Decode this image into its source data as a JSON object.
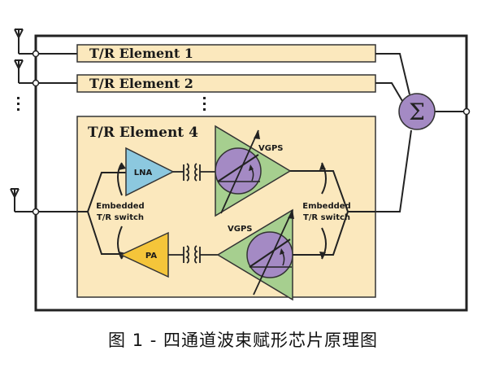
{
  "elements": {
    "el1": "T/R Element 1",
    "el2": "T/R Element 2",
    "el4": "T/R Element 4"
  },
  "blocks": {
    "lna": "LNA",
    "pa": "PA",
    "vgps_top": "VGPS",
    "vgps_bottom": "VGPS",
    "sw_left_1": "Embedded",
    "sw_left_2": "T/R switch",
    "sw_right_1": "Embedded",
    "sw_right_2": "T/R switch"
  },
  "sum_symbol": "Σ",
  "caption": "图 1 - 四通道波束赋形芯片原理图",
  "colors": {
    "element_fill": "#fbe8bd",
    "lna_fill": "#8cc8df",
    "pa_fill": "#f5c53a",
    "vgps_fill": "#a6cf8f",
    "phase_fill": "#a48ac4"
  }
}
